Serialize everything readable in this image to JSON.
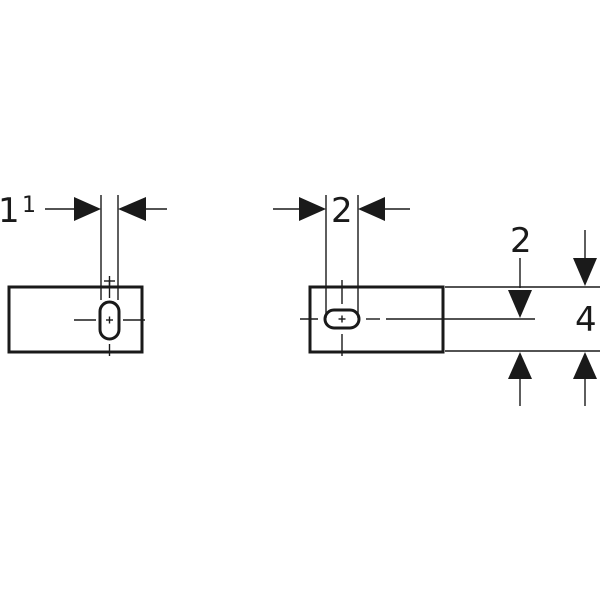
{
  "views": {
    "left": {
      "dimension_main": "1",
      "dimension_superscript": "1"
    },
    "right": {
      "dimension_width": "2",
      "dimension_height_upper": "2",
      "dimension_height_total": "4"
    }
  },
  "colors": {
    "line": "#1a1a1a",
    "background": "#ffffff"
  }
}
